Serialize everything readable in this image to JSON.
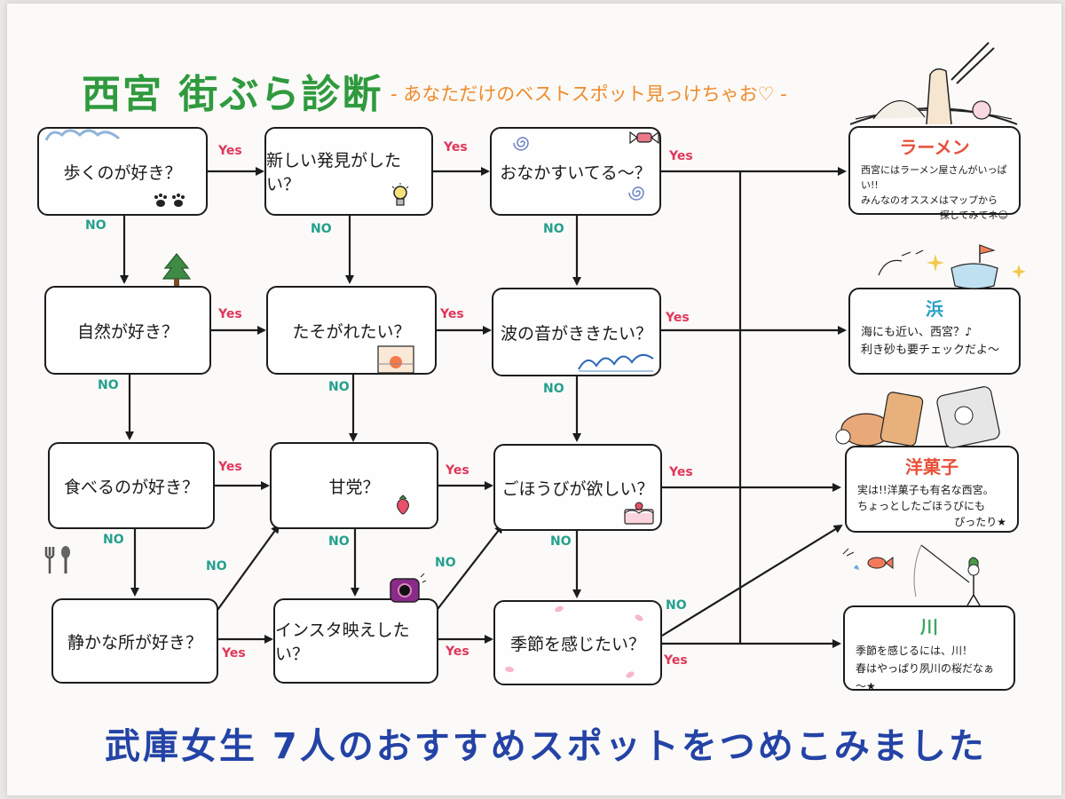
{
  "header": {
    "title": "西宮 街ぶら診断",
    "subtitle": "- あなただけのベストスポット見っけちゃお♡ -"
  },
  "footer": {
    "text": "武庫女生 7人のおすすめスポットをつめこみました"
  },
  "questions": {
    "q1": "歩くのが好き？",
    "q2": "新しい発見がしたい？",
    "q3": "おなかすいてる～？",
    "q4": "自然が好き？",
    "q5": "たそがれたい？",
    "q6": "波の音がききたい？",
    "q7": "食べるのが好き？",
    "q8": "甘党？",
    "q9": "ごほうびが欲しい？",
    "q10": "静かな所が好き？",
    "q11": "インスタ映えしたい？",
    "q12": "季節を感じたい？"
  },
  "results": {
    "ramen": {
      "title": "ラーメン",
      "line1": "西宮にはラーメン屋さんがいっぱい!!",
      "line2": "みんなのオススメはマップから",
      "line3": "探してみてネ☺"
    },
    "hama": {
      "title": "浜",
      "line1": "海にも近い、西宮？♪",
      "line2": "利き砂も要チェックだよ～"
    },
    "yogashi": {
      "title": "洋菓子",
      "line1": "実は!!洋菓子も有名な西宮。",
      "line2": "ちょっとしたごほうびにも",
      "line3": "ぴったり★"
    },
    "kawa": {
      "title": "川",
      "line1": "季節を感じるには、川！",
      "line2": "春はやっぱり夙川の桜だなぁ～★"
    }
  },
  "labels": {
    "yes": "Yes",
    "no": "NO"
  },
  "colors": {
    "title_green": "#2f9a3e",
    "subtitle_orange": "#f08a2a",
    "footer_blue": "#2443a6",
    "yes_pink": "#e0365a",
    "no_teal": "#25a08e",
    "result_red": "#e8503a",
    "result_blue": "#2aa0c8",
    "result_green": "#3aa65a"
  },
  "icons": [
    "paw-icon",
    "lightbulb-icon",
    "candy-icon",
    "swirl-icon",
    "tree-icon",
    "sunset-icon",
    "wave-icon",
    "strawberry-icon",
    "cake-icon",
    "fork-spoon-icon",
    "camera-icon",
    "blossom-icon",
    "ramen-bowl-icon",
    "sand-bucket-icon",
    "sweets-icon",
    "fishing-icon"
  ]
}
